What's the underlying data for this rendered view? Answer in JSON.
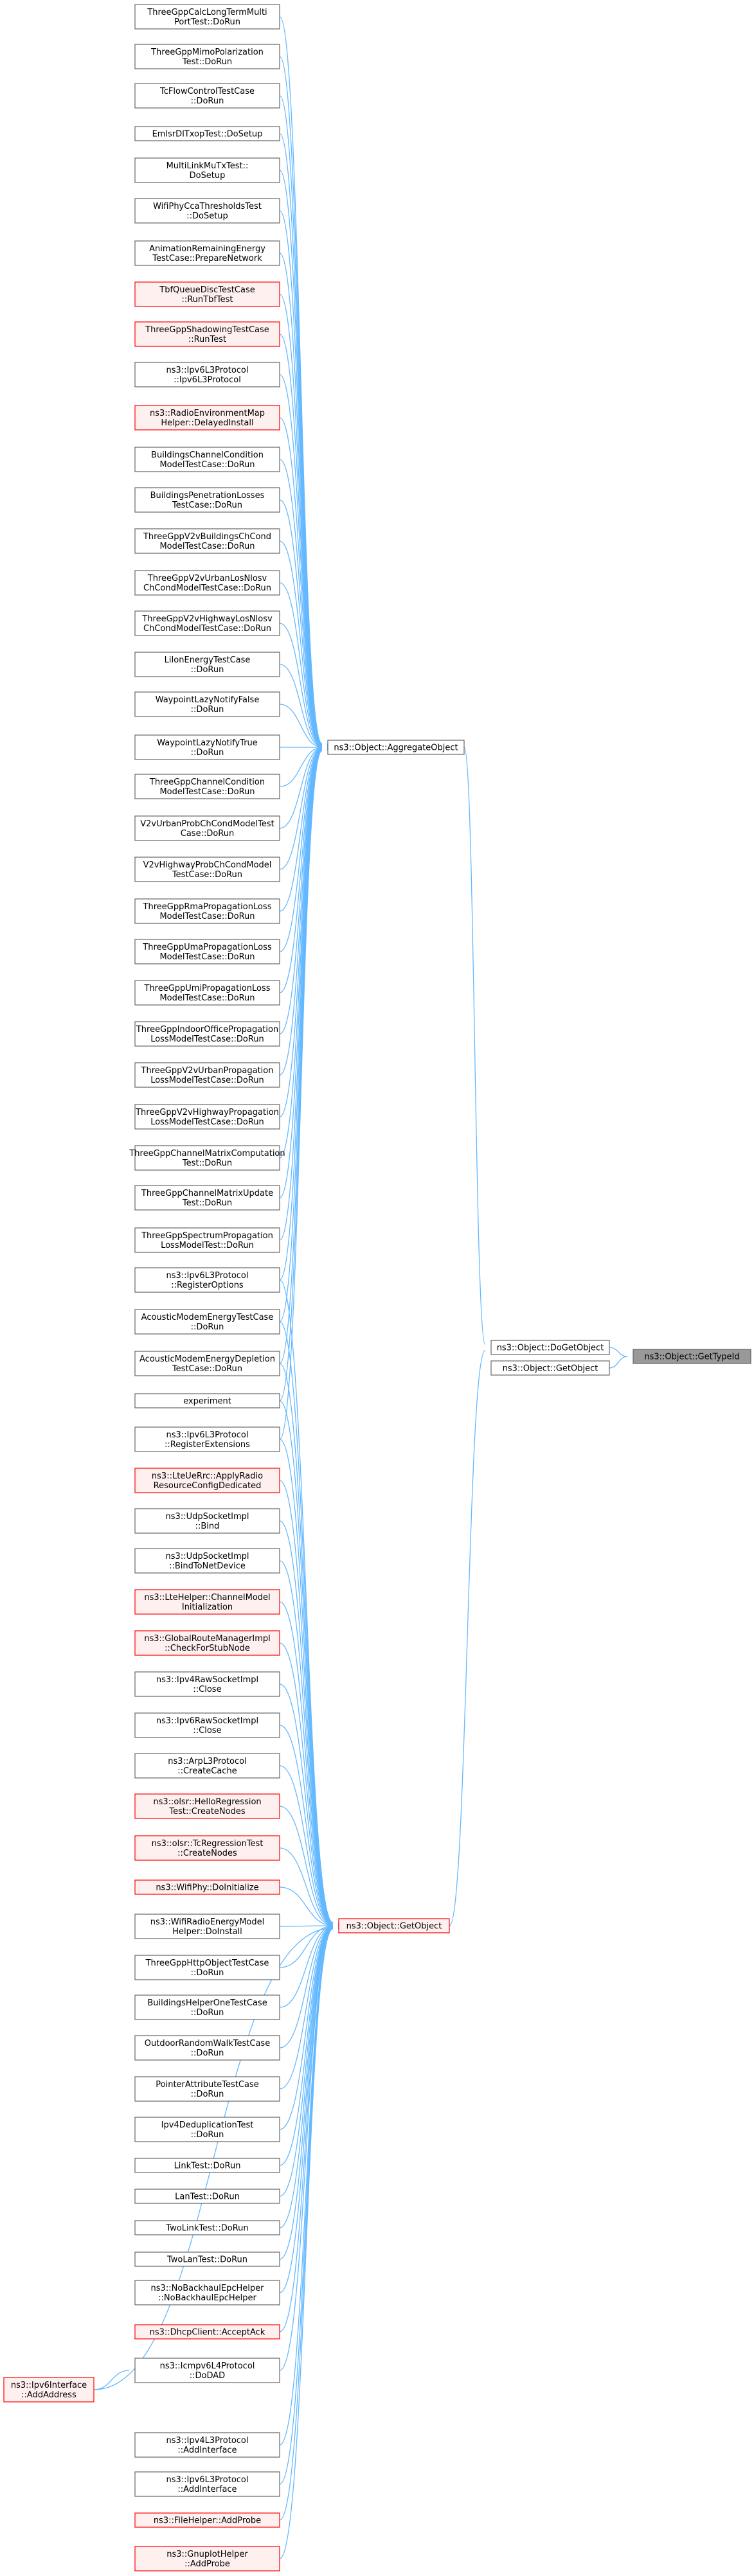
{
  "colors": {
    "edge": "#63b8ff",
    "normal_border": "#666666",
    "normal_fill": "#ffffff",
    "red_border": "#ff0000",
    "red_fill": "#fff0f0",
    "current_border": "#666666",
    "current_fill": "#999999"
  },
  "nodes": [
    {
      "id": "target",
      "lines": [
        "ns3::Object::GetTypeId"
      ],
      "style": "current"
    },
    {
      "id": "dogetobject",
      "lines": [
        "ns3::Object::DoGetObject"
      ],
      "style": "normal"
    },
    {
      "id": "getobject_t",
      "lines": [
        "ns3::Object::GetObject"
      ],
      "style": "normal"
    },
    {
      "id": "aggregate",
      "lines": [
        "ns3::Object::AggregateObject"
      ],
      "style": "normal"
    },
    {
      "id": "getobject",
      "lines": [
        "ns3::Object::GetObject"
      ],
      "style": "red"
    },
    {
      "id": "ipv6if",
      "lines": [
        "ns3::Ipv6Interface",
        "::AddAddress"
      ],
      "style": "red"
    },
    {
      "id": "a1",
      "lines": [
        "ThreeGppCalcLongTermMulti",
        "PortTest::DoRun"
      ],
      "style": "normal"
    },
    {
      "id": "a2",
      "lines": [
        "ThreeGppMimoPolarization",
        "Test::DoRun"
      ],
      "style": "normal"
    },
    {
      "id": "a3",
      "lines": [
        "TcFlowControlTestCase",
        "::DoRun"
      ],
      "style": "normal"
    },
    {
      "id": "a4",
      "lines": [
        "EmlsrDlTxopTest::DoSetup"
      ],
      "style": "normal"
    },
    {
      "id": "a5",
      "lines": [
        "MultiLinkMuTxTest::",
        "DoSetup"
      ],
      "style": "normal"
    },
    {
      "id": "a6",
      "lines": [
        "WifiPhyCcaThresholdsTest",
        "::DoSetup"
      ],
      "style": "normal"
    },
    {
      "id": "a7",
      "lines": [
        "AnimationRemainingEnergy",
        "TestCase::PrepareNetwork"
      ],
      "style": "normal"
    },
    {
      "id": "a8",
      "lines": [
        "TbfQueueDiscTestCase",
        "::RunTbfTest"
      ],
      "style": "red"
    },
    {
      "id": "a9",
      "lines": [
        "ThreeGppShadowingTestCase",
        "::RunTest"
      ],
      "style": "red"
    },
    {
      "id": "a10",
      "lines": [
        "ns3::Ipv6L3Protocol",
        "::Ipv6L3Protocol"
      ],
      "style": "normal"
    },
    {
      "id": "a11",
      "lines": [
        "ns3::RadioEnvironmentMap",
        "Helper::DelayedInstall"
      ],
      "style": "red"
    },
    {
      "id": "a12",
      "lines": [
        "BuildingsChannelCondition",
        "ModelTestCase::DoRun"
      ],
      "style": "normal"
    },
    {
      "id": "a13",
      "lines": [
        "BuildingsPenetrationLosses",
        "TestCase::DoRun"
      ],
      "style": "normal"
    },
    {
      "id": "a14",
      "lines": [
        "ThreeGppV2vBuildingsChCond",
        "ModelTestCase::DoRun"
      ],
      "style": "normal"
    },
    {
      "id": "a15",
      "lines": [
        "ThreeGppV2vUrbanLosNlosv",
        "ChCondModelTestCase::DoRun"
      ],
      "style": "normal"
    },
    {
      "id": "a16",
      "lines": [
        "ThreeGppV2vHighwayLosNlosv",
        "ChCondModelTestCase::DoRun"
      ],
      "style": "normal"
    },
    {
      "id": "a17",
      "lines": [
        "LiIonEnergyTestCase",
        "::DoRun"
      ],
      "style": "normal"
    },
    {
      "id": "a18",
      "lines": [
        "WaypointLazyNotifyFalse",
        "::DoRun"
      ],
      "style": "normal"
    },
    {
      "id": "a19",
      "lines": [
        "WaypointLazyNotifyTrue",
        "::DoRun"
      ],
      "style": "normal"
    },
    {
      "id": "a20",
      "lines": [
        "ThreeGppChannelCondition",
        "ModelTestCase::DoRun"
      ],
      "style": "normal"
    },
    {
      "id": "a21",
      "lines": [
        "V2vUrbanProbChCondModelTest",
        "Case::DoRun"
      ],
      "style": "normal"
    },
    {
      "id": "a22",
      "lines": [
        "V2vHighwayProbChCondModel",
        "TestCase::DoRun"
      ],
      "style": "normal"
    },
    {
      "id": "a23",
      "lines": [
        "ThreeGppRmaPropagationLoss",
        "ModelTestCase::DoRun"
      ],
      "style": "normal"
    },
    {
      "id": "a24",
      "lines": [
        "ThreeGppUmaPropagationLoss",
        "ModelTestCase::DoRun"
      ],
      "style": "normal"
    },
    {
      "id": "a25",
      "lines": [
        "ThreeGppUmiPropagationLoss",
        "ModelTestCase::DoRun"
      ],
      "style": "normal"
    },
    {
      "id": "a26",
      "lines": [
        "ThreeGppIndoorOfficePropagation",
        "LossModelTestCase::DoRun"
      ],
      "style": "normal"
    },
    {
      "id": "a27",
      "lines": [
        "ThreeGppV2vUrbanPropagation",
        "LossModelTestCase::DoRun"
      ],
      "style": "normal"
    },
    {
      "id": "a28",
      "lines": [
        "ThreeGppV2vHighwayPropagation",
        "LossModelTestCase::DoRun"
      ],
      "style": "normal"
    },
    {
      "id": "a29",
      "lines": [
        "ThreeGppChannelMatrixComputation",
        "Test::DoRun"
      ],
      "style": "normal"
    },
    {
      "id": "a30",
      "lines": [
        "ThreeGppChannelMatrixUpdate",
        "Test::DoRun"
      ],
      "style": "normal"
    },
    {
      "id": "a31",
      "lines": [
        "ThreeGppSpectrumPropagation",
        "LossModelTest::DoRun"
      ],
      "style": "normal"
    },
    {
      "id": "b1",
      "lines": [
        "ns3::Ipv6L3Protocol",
        "::RegisterOptions"
      ],
      "style": "normal"
    },
    {
      "id": "b2",
      "lines": [
        "AcousticModemEnergyTestCase",
        "::DoRun"
      ],
      "style": "normal"
    },
    {
      "id": "b3",
      "lines": [
        "AcousticModemEnergyDepletion",
        "TestCase::DoRun"
      ],
      "style": "normal"
    },
    {
      "id": "b4",
      "lines": [
        "experiment"
      ],
      "style": "normal"
    },
    {
      "id": "b5",
      "lines": [
        "ns3::Ipv6L3Protocol",
        "::RegisterExtensions"
      ],
      "style": "normal"
    },
    {
      "id": "g1",
      "lines": [
        "ns3::LteUeRrc::ApplyRadio",
        "ResourceConfigDedicated"
      ],
      "style": "red"
    },
    {
      "id": "g2",
      "lines": [
        "ns3::UdpSocketImpl",
        "::Bind"
      ],
      "style": "normal"
    },
    {
      "id": "g3",
      "lines": [
        "ns3::UdpSocketImpl",
        "::BindToNetDevice"
      ],
      "style": "normal"
    },
    {
      "id": "g4",
      "lines": [
        "ns3::LteHelper::ChannelModel",
        "Initialization"
      ],
      "style": "red"
    },
    {
      "id": "g5",
      "lines": [
        "ns3::GlobalRouteManagerImpl",
        "::CheckForStubNode"
      ],
      "style": "red"
    },
    {
      "id": "g6",
      "lines": [
        "ns3::Ipv4RawSocketImpl",
        "::Close"
      ],
      "style": "normal"
    },
    {
      "id": "g7",
      "lines": [
        "ns3::Ipv6RawSocketImpl",
        "::Close"
      ],
      "style": "normal"
    },
    {
      "id": "g8",
      "lines": [
        "ns3::ArpL3Protocol",
        "::CreateCache"
      ],
      "style": "normal"
    },
    {
      "id": "g9",
      "lines": [
        "ns3::olsr::HelloRegression",
        "Test::CreateNodes"
      ],
      "style": "red"
    },
    {
      "id": "g10",
      "lines": [
        "ns3::olsr::TcRegressionTest",
        "::CreateNodes"
      ],
      "style": "red"
    },
    {
      "id": "g11",
      "lines": [
        "ns3::WifiPhy::DoInitialize"
      ],
      "style": "red"
    },
    {
      "id": "g12",
      "lines": [
        "ns3::WifiRadioEnergyModel",
        "Helper::DoInstall"
      ],
      "style": "normal"
    },
    {
      "id": "g13",
      "lines": [
        "ThreeGppHttpObjectTestCase",
        "::DoRun"
      ],
      "style": "normal"
    },
    {
      "id": "g14",
      "lines": [
        "BuildingsHelperOneTestCase",
        "::DoRun"
      ],
      "style": "normal"
    },
    {
      "id": "g15",
      "lines": [
        "OutdoorRandomWalkTestCase",
        "::DoRun"
      ],
      "style": "normal"
    },
    {
      "id": "g16",
      "lines": [
        "PointerAttributeTestCase",
        "::DoRun"
      ],
      "style": "normal"
    },
    {
      "id": "g17",
      "lines": [
        "Ipv4DeduplicationTest",
        "::DoRun"
      ],
      "style": "normal"
    },
    {
      "id": "g18",
      "lines": [
        "LinkTest::DoRun"
      ],
      "style": "normal"
    },
    {
      "id": "g19",
      "lines": [
        "LanTest::DoRun"
      ],
      "style": "normal"
    },
    {
      "id": "g20",
      "lines": [
        "TwoLinkTest::DoRun"
      ],
      "style": "normal"
    },
    {
      "id": "g21",
      "lines": [
        "TwoLanTest::DoRun"
      ],
      "style": "normal"
    },
    {
      "id": "g22",
      "lines": [
        "ns3::NoBackhaulEpcHelper",
        "::NoBackhaulEpcHelper"
      ],
      "style": "normal"
    },
    {
      "id": "g23",
      "lines": [
        "ns3::DhcpClient::AcceptAck"
      ],
      "style": "red"
    },
    {
      "id": "g24",
      "lines": [
        "ns3::Icmpv6L4Protocol",
        "::DoDAD"
      ],
      "style": "normal"
    },
    {
      "id": "g25",
      "lines": [
        "ns3::Ipv4L3Protocol",
        "::AddInterface"
      ],
      "style": "normal"
    },
    {
      "id": "g26",
      "lines": [
        "ns3::Ipv6L3Protocol",
        "::AddInterface"
      ],
      "style": "normal"
    },
    {
      "id": "g27",
      "lines": [
        "ns3::FileHelper::AddProbe"
      ],
      "style": "red"
    },
    {
      "id": "g28",
      "lines": [
        "ns3::GnuplotHelper",
        "::AddProbe"
      ],
      "style": "red"
    }
  ],
  "edges": [
    {
      "from": "dogetobject",
      "to": "target"
    },
    {
      "from": "getobject_t",
      "to": "target"
    },
    {
      "from": "aggregate",
      "to": "dogetobject"
    },
    {
      "from": "getobject",
      "to": "dogetobject"
    },
    {
      "from": "a1",
      "to": "aggregate"
    },
    {
      "from": "a2",
      "to": "aggregate"
    },
    {
      "from": "a3",
      "to": "aggregate"
    },
    {
      "from": "a4",
      "to": "aggregate"
    },
    {
      "from": "a5",
      "to": "aggregate"
    },
    {
      "from": "a6",
      "to": "aggregate"
    },
    {
      "from": "a7",
      "to": "aggregate"
    },
    {
      "from": "a8",
      "to": "aggregate"
    },
    {
      "from": "a9",
      "to": "aggregate"
    },
    {
      "from": "a10",
      "to": "aggregate"
    },
    {
      "from": "a11",
      "to": "aggregate"
    },
    {
      "from": "a12",
      "to": "aggregate"
    },
    {
      "from": "a13",
      "to": "aggregate"
    },
    {
      "from": "a14",
      "to": "aggregate"
    },
    {
      "from": "a15",
      "to": "aggregate"
    },
    {
      "from": "a16",
      "to": "aggregate"
    },
    {
      "from": "a17",
      "to": "aggregate"
    },
    {
      "from": "a18",
      "to": "aggregate"
    },
    {
      "from": "a19",
      "to": "aggregate"
    },
    {
      "from": "a20",
      "to": "aggregate"
    },
    {
      "from": "a21",
      "to": "aggregate"
    },
    {
      "from": "a22",
      "to": "aggregate"
    },
    {
      "from": "a23",
      "to": "aggregate"
    },
    {
      "from": "a24",
      "to": "aggregate"
    },
    {
      "from": "a25",
      "to": "aggregate"
    },
    {
      "from": "a26",
      "to": "aggregate"
    },
    {
      "from": "a27",
      "to": "aggregate"
    },
    {
      "from": "a28",
      "to": "aggregate"
    },
    {
      "from": "a29",
      "to": "aggregate"
    },
    {
      "from": "a30",
      "to": "aggregate"
    },
    {
      "from": "a31",
      "to": "aggregate"
    },
    {
      "from": "b1",
      "to": "aggregate"
    },
    {
      "from": "b1",
      "to": "getobject"
    },
    {
      "from": "b2",
      "to": "aggregate"
    },
    {
      "from": "b2",
      "to": "getobject"
    },
    {
      "from": "b3",
      "to": "aggregate"
    },
    {
      "from": "b3",
      "to": "getobject"
    },
    {
      "from": "b4",
      "to": "aggregate"
    },
    {
      "from": "b4",
      "to": "getobject"
    },
    {
      "from": "b5",
      "to": "aggregate"
    },
    {
      "from": "b5",
      "to": "getobject"
    },
    {
      "from": "g1",
      "to": "getobject"
    },
    {
      "from": "g2",
      "to": "getobject"
    },
    {
      "from": "g3",
      "to": "getobject"
    },
    {
      "from": "g4",
      "to": "getobject"
    },
    {
      "from": "g5",
      "to": "getobject"
    },
    {
      "from": "g6",
      "to": "getobject"
    },
    {
      "from": "g7",
      "to": "getobject"
    },
    {
      "from": "g8",
      "to": "getobject"
    },
    {
      "from": "g9",
      "to": "getobject"
    },
    {
      "from": "g10",
      "to": "getobject"
    },
    {
      "from": "g11",
      "to": "getobject"
    },
    {
      "from": "g12",
      "to": "getobject"
    },
    {
      "from": "g13",
      "to": "getobject"
    },
    {
      "from": "g14",
      "to": "getobject"
    },
    {
      "from": "g15",
      "to": "getobject"
    },
    {
      "from": "g16",
      "to": "getobject"
    },
    {
      "from": "g17",
      "to": "getobject"
    },
    {
      "from": "g18",
      "to": "getobject"
    },
    {
      "from": "g19",
      "to": "getobject"
    },
    {
      "from": "g20",
      "to": "getobject"
    },
    {
      "from": "g21",
      "to": "getobject"
    },
    {
      "from": "g22",
      "to": "getobject"
    },
    {
      "from": "g23",
      "to": "getobject"
    },
    {
      "from": "g24",
      "to": "getobject"
    },
    {
      "from": "g25",
      "to": "getobject"
    },
    {
      "from": "g26",
      "to": "getobject"
    },
    {
      "from": "g27",
      "to": "getobject"
    },
    {
      "from": "g28",
      "to": "getobject"
    },
    {
      "from": "ipv6if",
      "to": "getobject"
    },
    {
      "from": "ipv6if",
      "to": "g24"
    }
  ]
}
